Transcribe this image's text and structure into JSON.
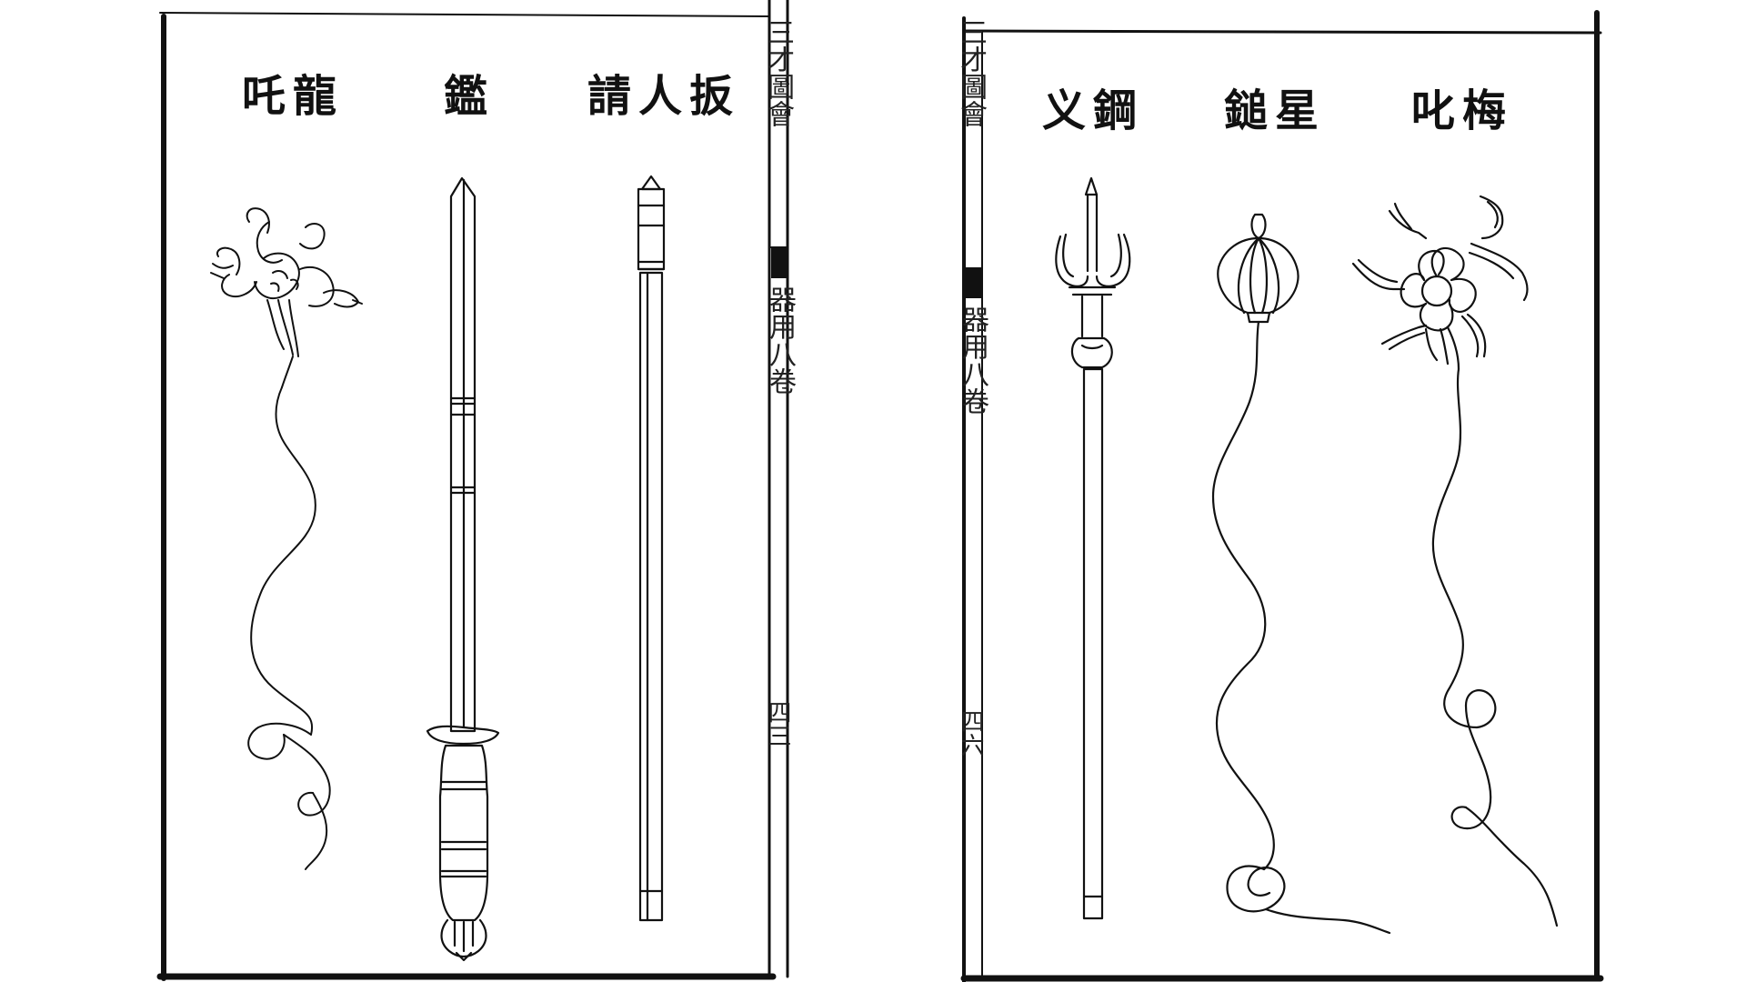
{
  "left_page": {
    "labels": [
      {
        "key": "dragon_claw",
        "text": "吒龍"
      },
      {
        "key": "sword",
        "text": "鑑"
      },
      {
        "key": "staff",
        "text": "請人扳"
      }
    ],
    "margin_top": "三才圖會",
    "margin_mid": "器用八卷",
    "margin_page": "四三"
  },
  "right_page": {
    "labels": [
      {
        "key": "trident",
        "text": "义鋼"
      },
      {
        "key": "meteor_hammer",
        "text": "鎚星"
      },
      {
        "key": "flower_flail",
        "text": "叱梅"
      }
    ],
    "margin_top": "三才圖會",
    "margin_mid": "器用八卷",
    "margin_page": "四六"
  }
}
